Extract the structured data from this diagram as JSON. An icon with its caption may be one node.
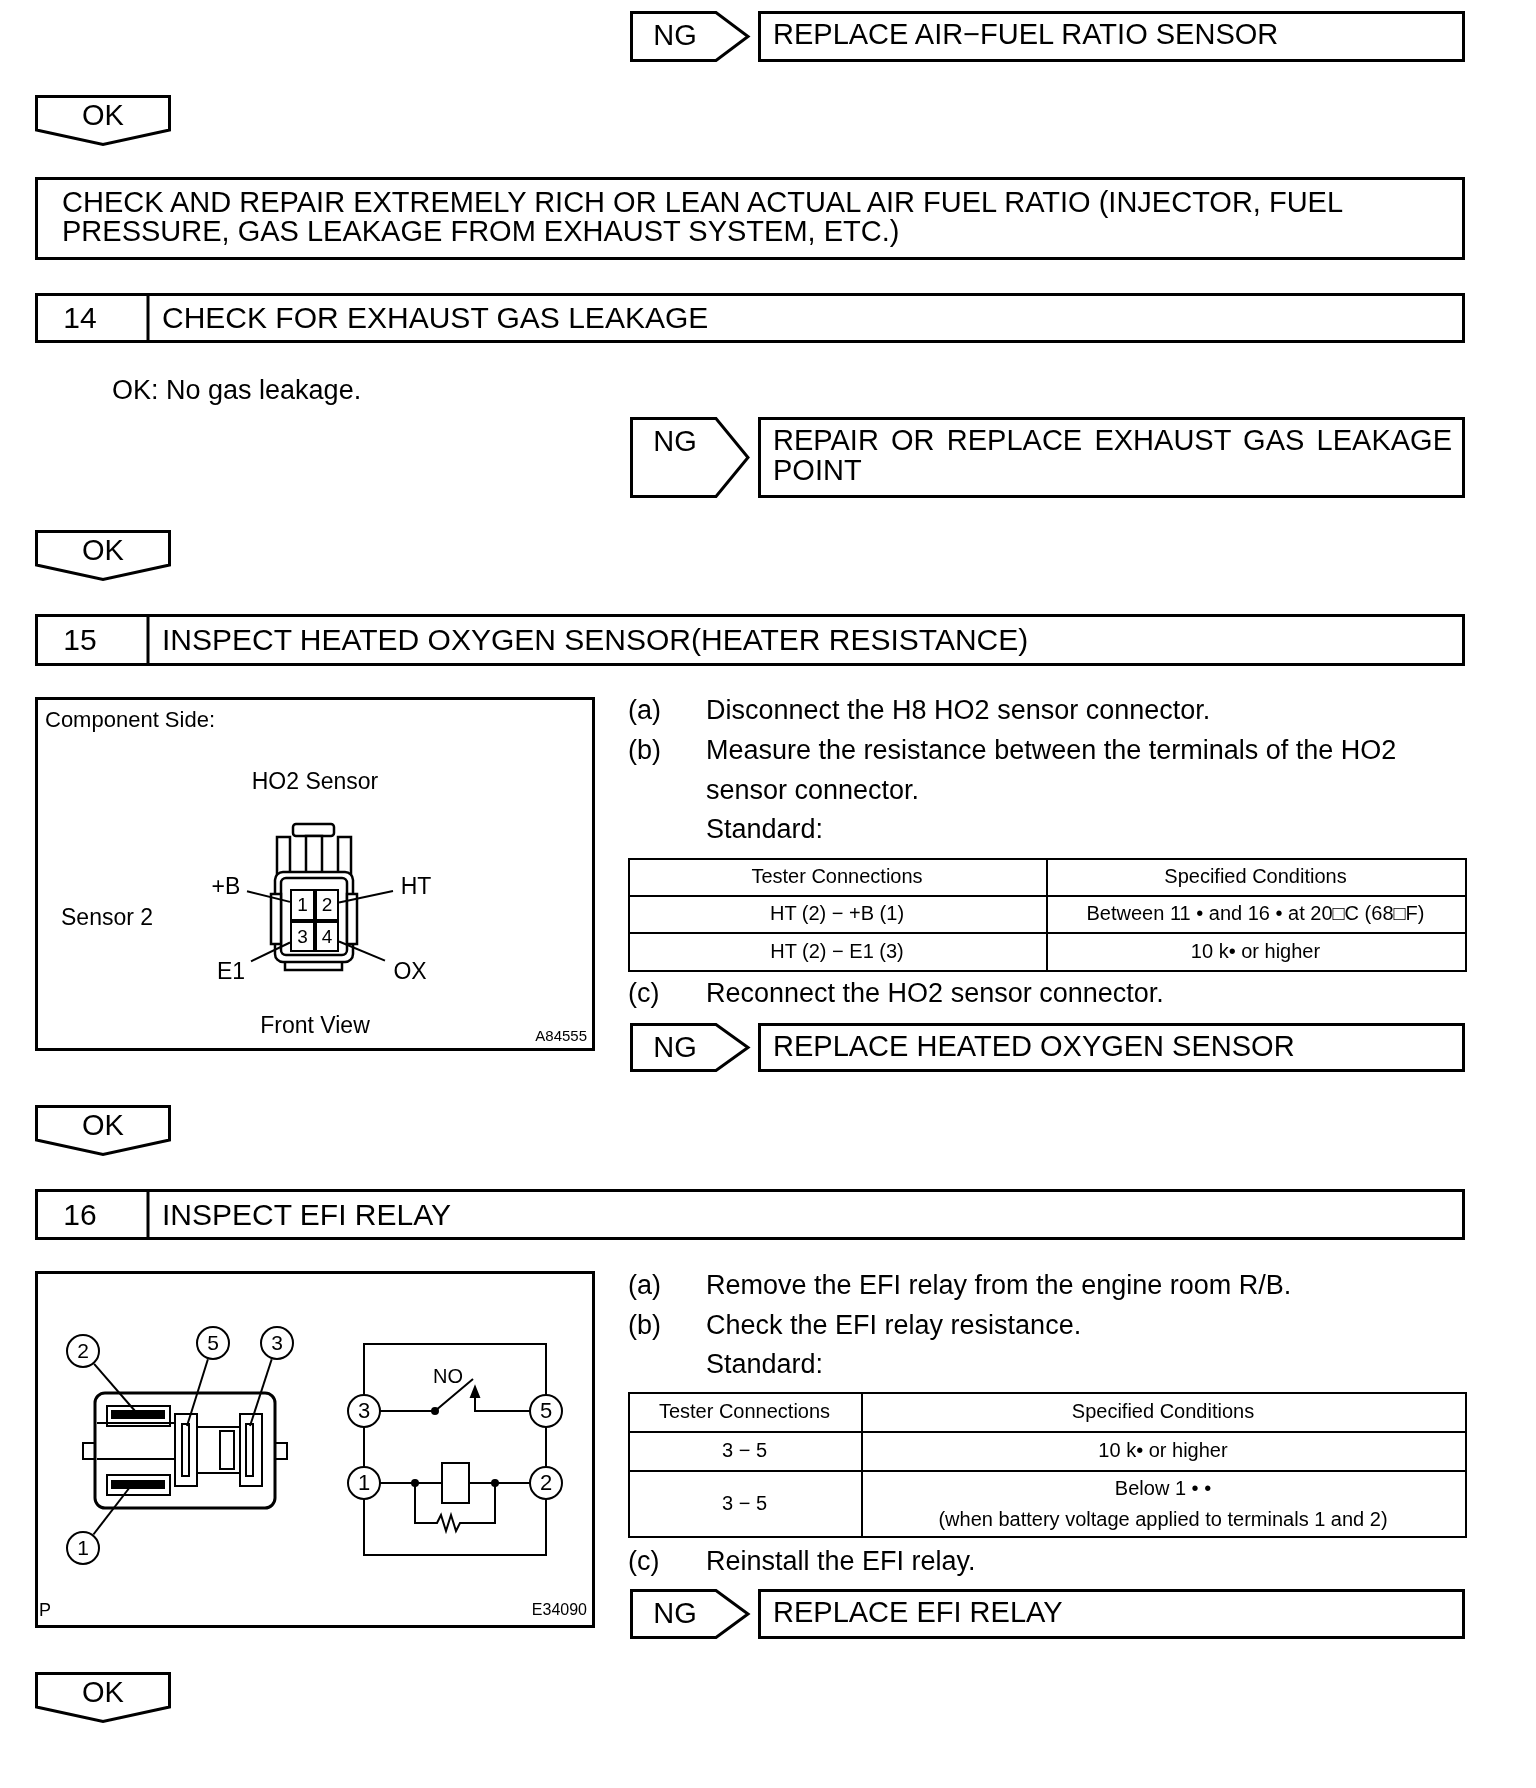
{
  "diagram": {
    "nodes": [
      {
        "text": [
          "NG"
        ]
      },
      {
        "text": [
          "REPLACE AIR−FUEL RATIO SENSOR"
        ]
      },
      {
        "text": [
          "OK"
        ]
      },
      {
        "text": [
          "CHECK AND REPAIR EXTREMELY RICH OR LEAN ACTUAL AIR FUEL RATIO (INJECTOR, FUEL PRESSURE, GAS LEAKAGE FROM EXHAUST SYSTEM, ETC.)"
        ]
      },
      {
        "text": [
          "14",
          "CHECK FOR EXHAUST GAS LEAKAGE"
        ]
      },
      {
        "text": [
          "NG"
        ]
      },
      {
        "text": [
          "REPAIR OR REPLACE EXHAUST GAS LEAKAGE POINT"
        ]
      },
      {
        "text": [
          "OK"
        ]
      },
      {
        "text": [
          "15",
          "INSPECT HEATED OXYGEN SENSOR(HEATER RESISTANCE)"
        ]
      },
      {
        "text": [
          "Component Side:",
          "HO2 Sensor",
          "Sensor 2",
          "Front View",
          "A84555"
        ]
      },
      {
        "text": [
          "+B"
        ],
        "in": 9
      },
      {
        "text": [
          "1"
        ],
        "in": 9
      },
      {
        "text": [
          "2"
        ],
        "in": 9
      },
      {
        "text": [
          "HT"
        ],
        "in": 9
      },
      {
        "text": [
          "3"
        ],
        "in": 9
      },
      {
        "text": [
          "4"
        ],
        "in": 9
      },
      {
        "text": [
          "E1"
        ],
        "in": 9
      },
      {
        "text": [
          "OX"
        ],
        "in": 9
      },
      {
        "text": [
          "NG"
        ]
      },
      {
        "text": [
          "REPLACE HEATED OXYGEN SENSOR"
        ]
      },
      {
        "text": [
          "OK"
        ]
      },
      {
        "text": [
          "16",
          "INSPECT EFI RELAY"
        ]
      },
      {
        "text": [
          "P",
          "E34090"
        ]
      },
      {
        "text": [
          "2"
        ],
        "in": 22
      },
      {
        "text": [
          "5"
        ],
        "in": 22
      },
      {
        "text": [
          "3"
        ],
        "in": 22
      },
      {
        "text": [
          "1"
        ],
        "in": 22
      },
      {
        "text": [
          "NG"
        ]
      },
      {
        "text": [
          "REPLACE EFI RELAY"
        ]
      },
      {
        "text": [
          "OK"
        ]
      }
    ],
    "edges": [
      {
        "from": 10,
        "to": 11,
        "arrow": "none"
      },
      {
        "from": 13,
        "to": 12,
        "arrow": "none"
      },
      {
        "from": 16,
        "to": 14,
        "arrow": "none"
      },
      {
        "from": 17,
        "to": 15,
        "arrow": "none"
      },
      {
        "from": 23,
        "to": null,
        "arrow": "none"
      },
      {
        "from": 24,
        "to": null,
        "arrow": "none"
      },
      {
        "from": 25,
        "to": null,
        "arrow": "none"
      },
      {
        "from": 26,
        "to": null,
        "arrow": "none"
      }
    ],
    "labels": [
      "OK: No gas leakage.",
      "(a)",
      "Disconnect the H8 HO2 sensor connector.",
      "(b)",
      "Measure the resistance between the terminals of the HO2 sensor connector.",
      "Standard:",
      "Tester Connections",
      "Specified Conditions",
      "HT (2) − +B (1)",
      "Between 11 •  and 16 •  at 20□C (68□F)",
      "HT (2) − E1 (3)",
      "10 k•  or higher",
      "(c)",
      "Reconnect the HO2 sensor connector.",
      "NO",
      "3",
      "5",
      "1",
      "2",
      "(a)",
      "Remove the EFI relay from the engine room R/B.",
      "(b)",
      "Check the EFI relay resistance.",
      "Standard:",
      "Tester Connections",
      "Specified Conditions",
      "3 − 5",
      "10 k•  or higher",
      "3 − 5",
      "Below 1 • •",
      "(when battery voltage applied to terminals 1 and 2)",
      "(c)",
      "Reinstall the EFI relay."
    ]
  }
}
